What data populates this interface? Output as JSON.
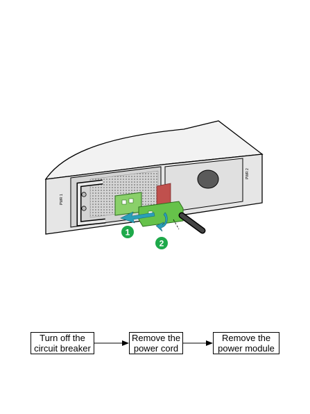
{
  "illustration": {
    "callouts": [
      "1",
      "2"
    ],
    "slot_labels": [
      "PWR 1",
      "PWR 2"
    ],
    "colors": {
      "chassis": "#f2f2f2",
      "panel": "#d9d9d9",
      "green_callout": "#1ea94a",
      "connector_green": "#66c24a",
      "arrow_cyan": "#2a9fb8",
      "tab_red": "#c0504d"
    }
  },
  "flowchart": {
    "steps": [
      {
        "line1": "Turn off the",
        "line2": "circuit breaker"
      },
      {
        "line1": "Remove the",
        "line2": "power cord"
      },
      {
        "line1": "Remove the",
        "line2": "power module"
      }
    ]
  }
}
